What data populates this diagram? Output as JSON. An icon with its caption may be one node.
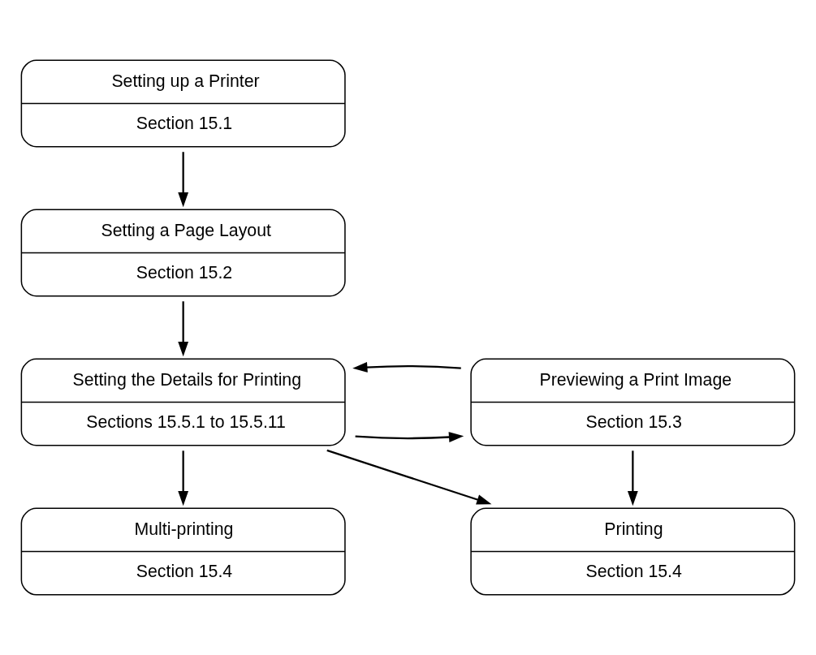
{
  "diagram": {
    "nodes": [
      {
        "text": [
          "Setting up a Printer",
          "Section 15.1"
        ]
      },
      {
        "text": [
          "Setting a Page Layout",
          "Section 15.2"
        ]
      },
      {
        "text": [
          "Setting the Details for Printing",
          "Sections 15.5.1 to 15.5.11"
        ]
      },
      {
        "text": [
          "Previewing a Print Image",
          "Section 15.3"
        ]
      },
      {
        "text": [
          "Multi-printing",
          "Section 15.4"
        ]
      },
      {
        "text": [
          "Printing",
          "Section 15.4"
        ]
      }
    ],
    "edges": [
      {
        "from": 0,
        "to": 1,
        "arrow": "to"
      },
      {
        "from": 1,
        "to": 2,
        "arrow": "to"
      },
      {
        "from": 2,
        "to": 3,
        "arrow": "to"
      },
      {
        "from": 3,
        "to": 2,
        "arrow": "to"
      },
      {
        "from": 2,
        "to": 4,
        "arrow": "to"
      },
      {
        "from": 2,
        "to": 5,
        "arrow": "to"
      },
      {
        "from": 3,
        "to": 5,
        "arrow": "to"
      }
    ]
  }
}
